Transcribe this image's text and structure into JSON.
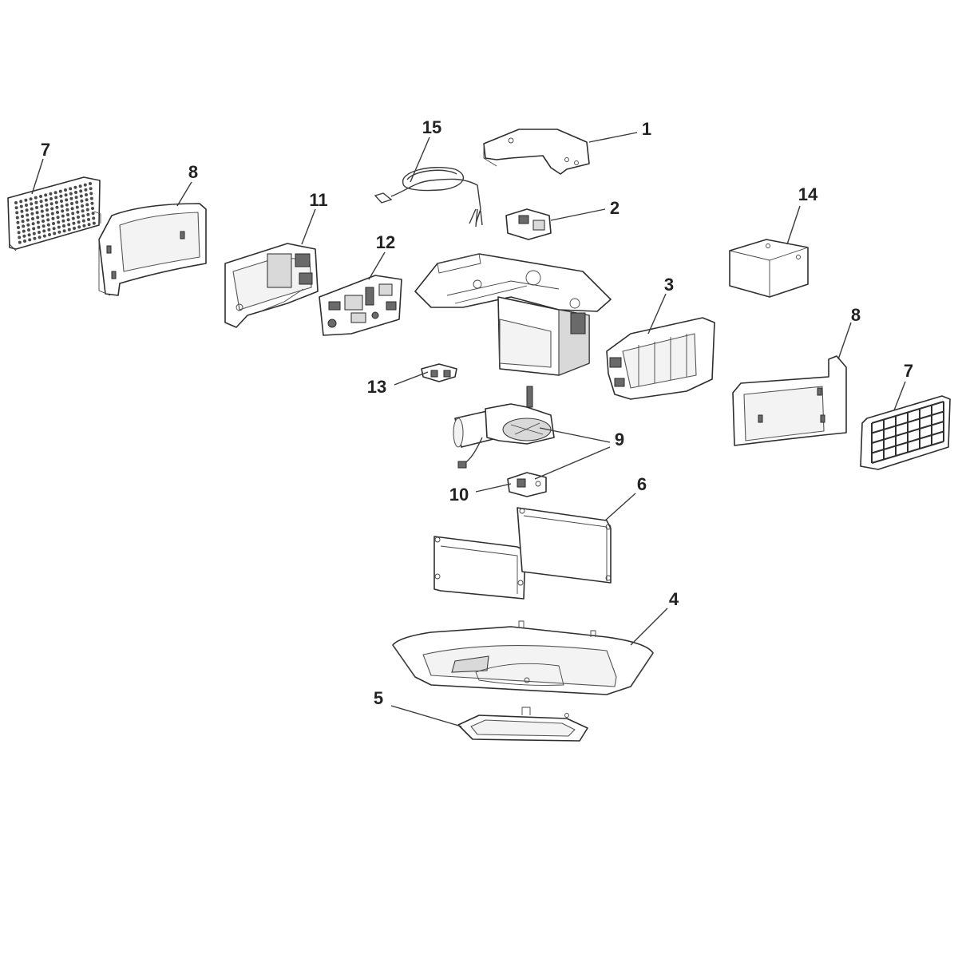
{
  "callouts": [
    {
      "id": "1",
      "label": "1"
    },
    {
      "id": "2",
      "label": "2"
    },
    {
      "id": "3",
      "label": "3"
    },
    {
      "id": "4",
      "label": "4"
    },
    {
      "id": "5",
      "label": "5"
    },
    {
      "id": "6",
      "label": "6"
    },
    {
      "id": "7a",
      "label": "7"
    },
    {
      "id": "7b",
      "label": "7"
    },
    {
      "id": "8a",
      "label": "8"
    },
    {
      "id": "8b",
      "label": "8"
    },
    {
      "id": "9",
      "label": "9"
    },
    {
      "id": "10",
      "label": "10"
    },
    {
      "id": "11",
      "label": "11"
    },
    {
      "id": "12",
      "label": "12"
    },
    {
      "id": "13",
      "label": "13"
    },
    {
      "id": "14",
      "label": "14"
    },
    {
      "id": "15",
      "label": "15"
    }
  ],
  "colors": {
    "line": "#2e2e2e",
    "label": "#222222",
    "background": "#ffffff"
  }
}
